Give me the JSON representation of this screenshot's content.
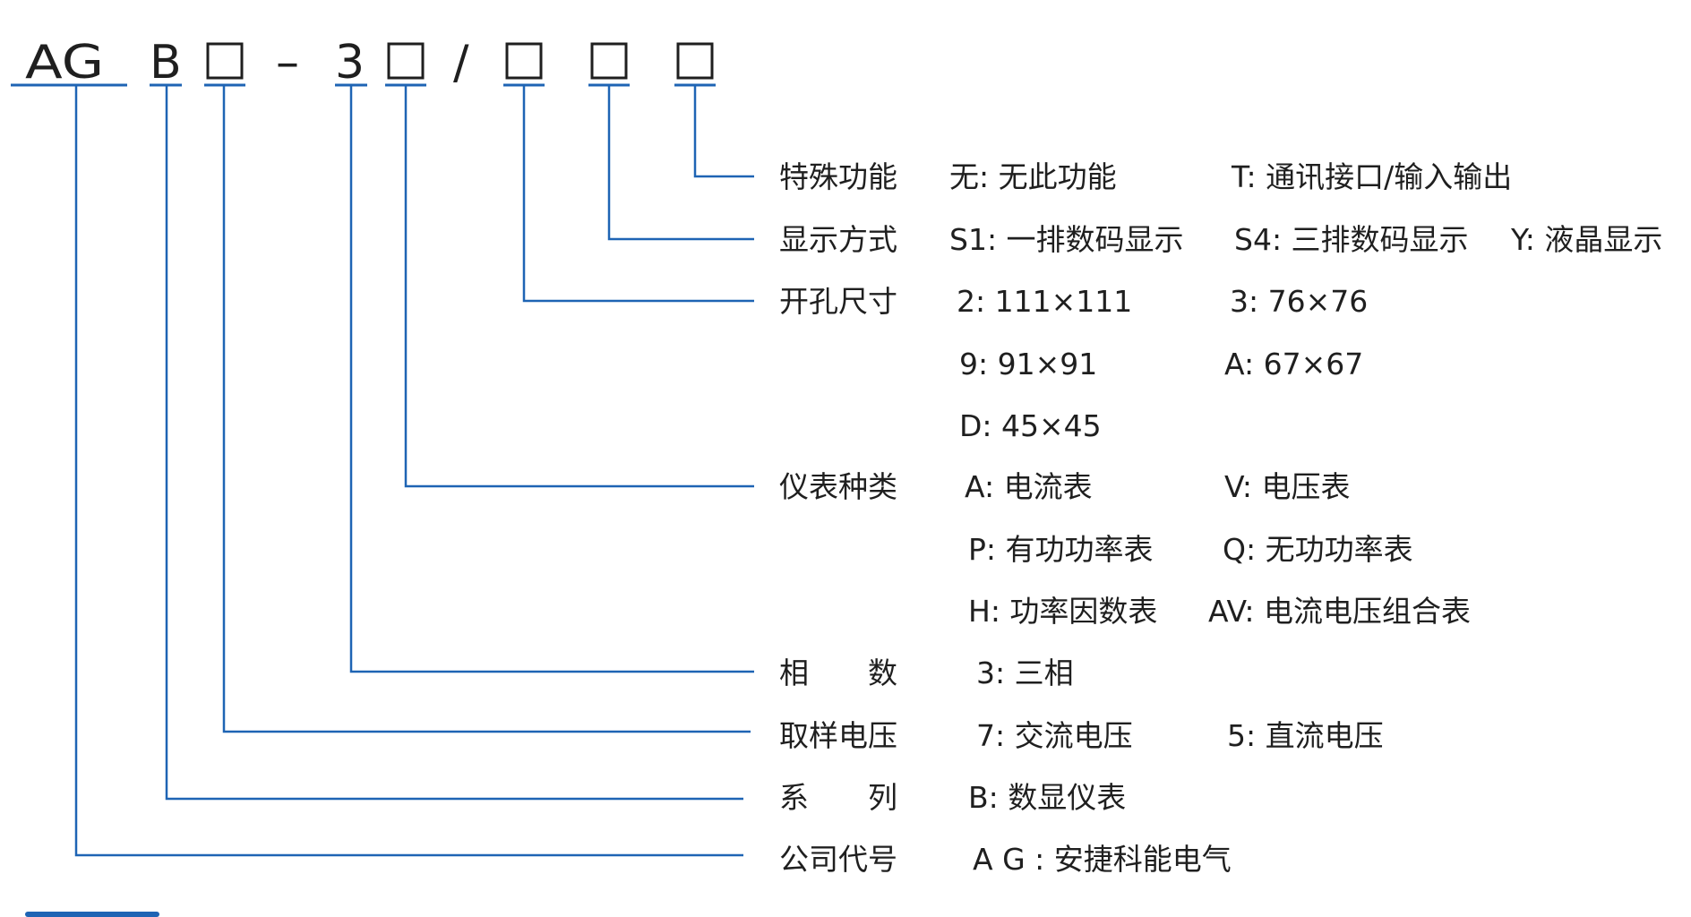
{
  "code": {
    "prefix": "AG",
    "series": "B",
    "dash": "–",
    "phase": "3",
    "slash": "/"
  },
  "rows": [
    {
      "label": "特殊功能",
      "options": [
        "无: 无此功能",
        "T: 通讯接口/输入输出"
      ]
    },
    {
      "label": "显示方式",
      "options": [
        "S1: 一排数码显示",
        "S4: 三排数码显示",
        "Y: 液晶显示"
      ]
    },
    {
      "label": "开孔尺寸",
      "options": [
        "2: 111×111",
        "3: 76×76"
      ]
    },
    {
      "label": "",
      "options": [
        "9: 91×91",
        "A: 67×67"
      ]
    },
    {
      "label": "",
      "options": [
        "D: 45×45"
      ]
    },
    {
      "label": "仪表种类",
      "options": [
        "A: 电流表",
        "V: 电压表"
      ]
    },
    {
      "label": "",
      "options": [
        "P: 有功功率表",
        "Q: 无功功率表"
      ]
    },
    {
      "label": "",
      "options": [
        "H: 功率因数表",
        "AV: 电流电压组合表"
      ]
    },
    {
      "label": "相　　数",
      "options": [
        "3: 三相"
      ]
    },
    {
      "label": "取样电压",
      "options": [
        "7: 交流电压",
        "5: 直流电压"
      ]
    },
    {
      "label": "系　　列",
      "options": [
        "B: 数显仪表"
      ]
    },
    {
      "label": "公司代号",
      "options": [
        "A G : 安捷科能电气"
      ]
    }
  ],
  "colors": {
    "accent": "#1e64b4",
    "text": "#1f1f1f"
  }
}
